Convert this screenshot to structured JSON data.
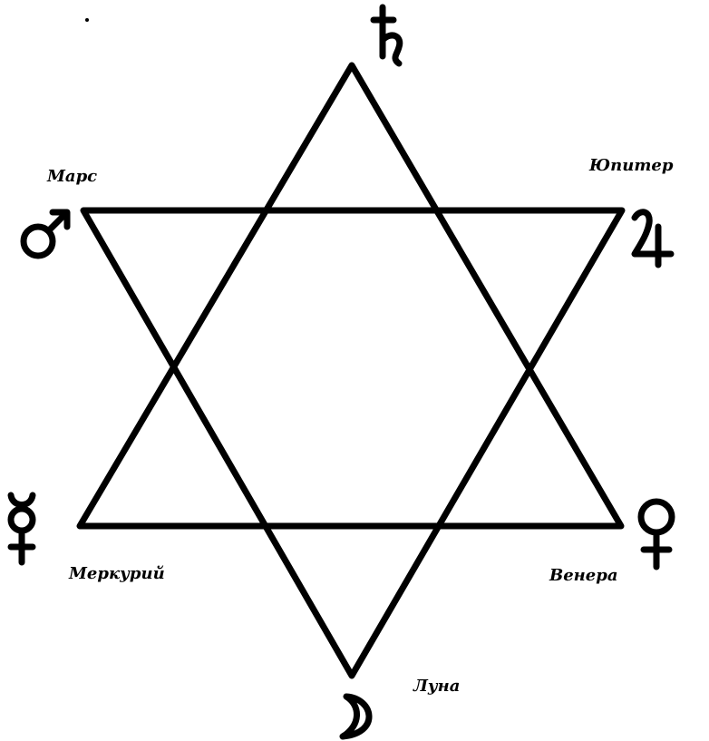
{
  "labels": {
    "mars": "Марс",
    "jupiter": "Юпитер",
    "mercury": "Меркурий",
    "venus": "Венера",
    "moon": "Луна"
  },
  "icons": [
    "saturn-icon",
    "mars-icon",
    "jupiter-icon",
    "mercury-icon",
    "venus-icon",
    "moon-icon"
  ],
  "colors": {
    "ink": "#000000",
    "background": "#ffffff"
  }
}
